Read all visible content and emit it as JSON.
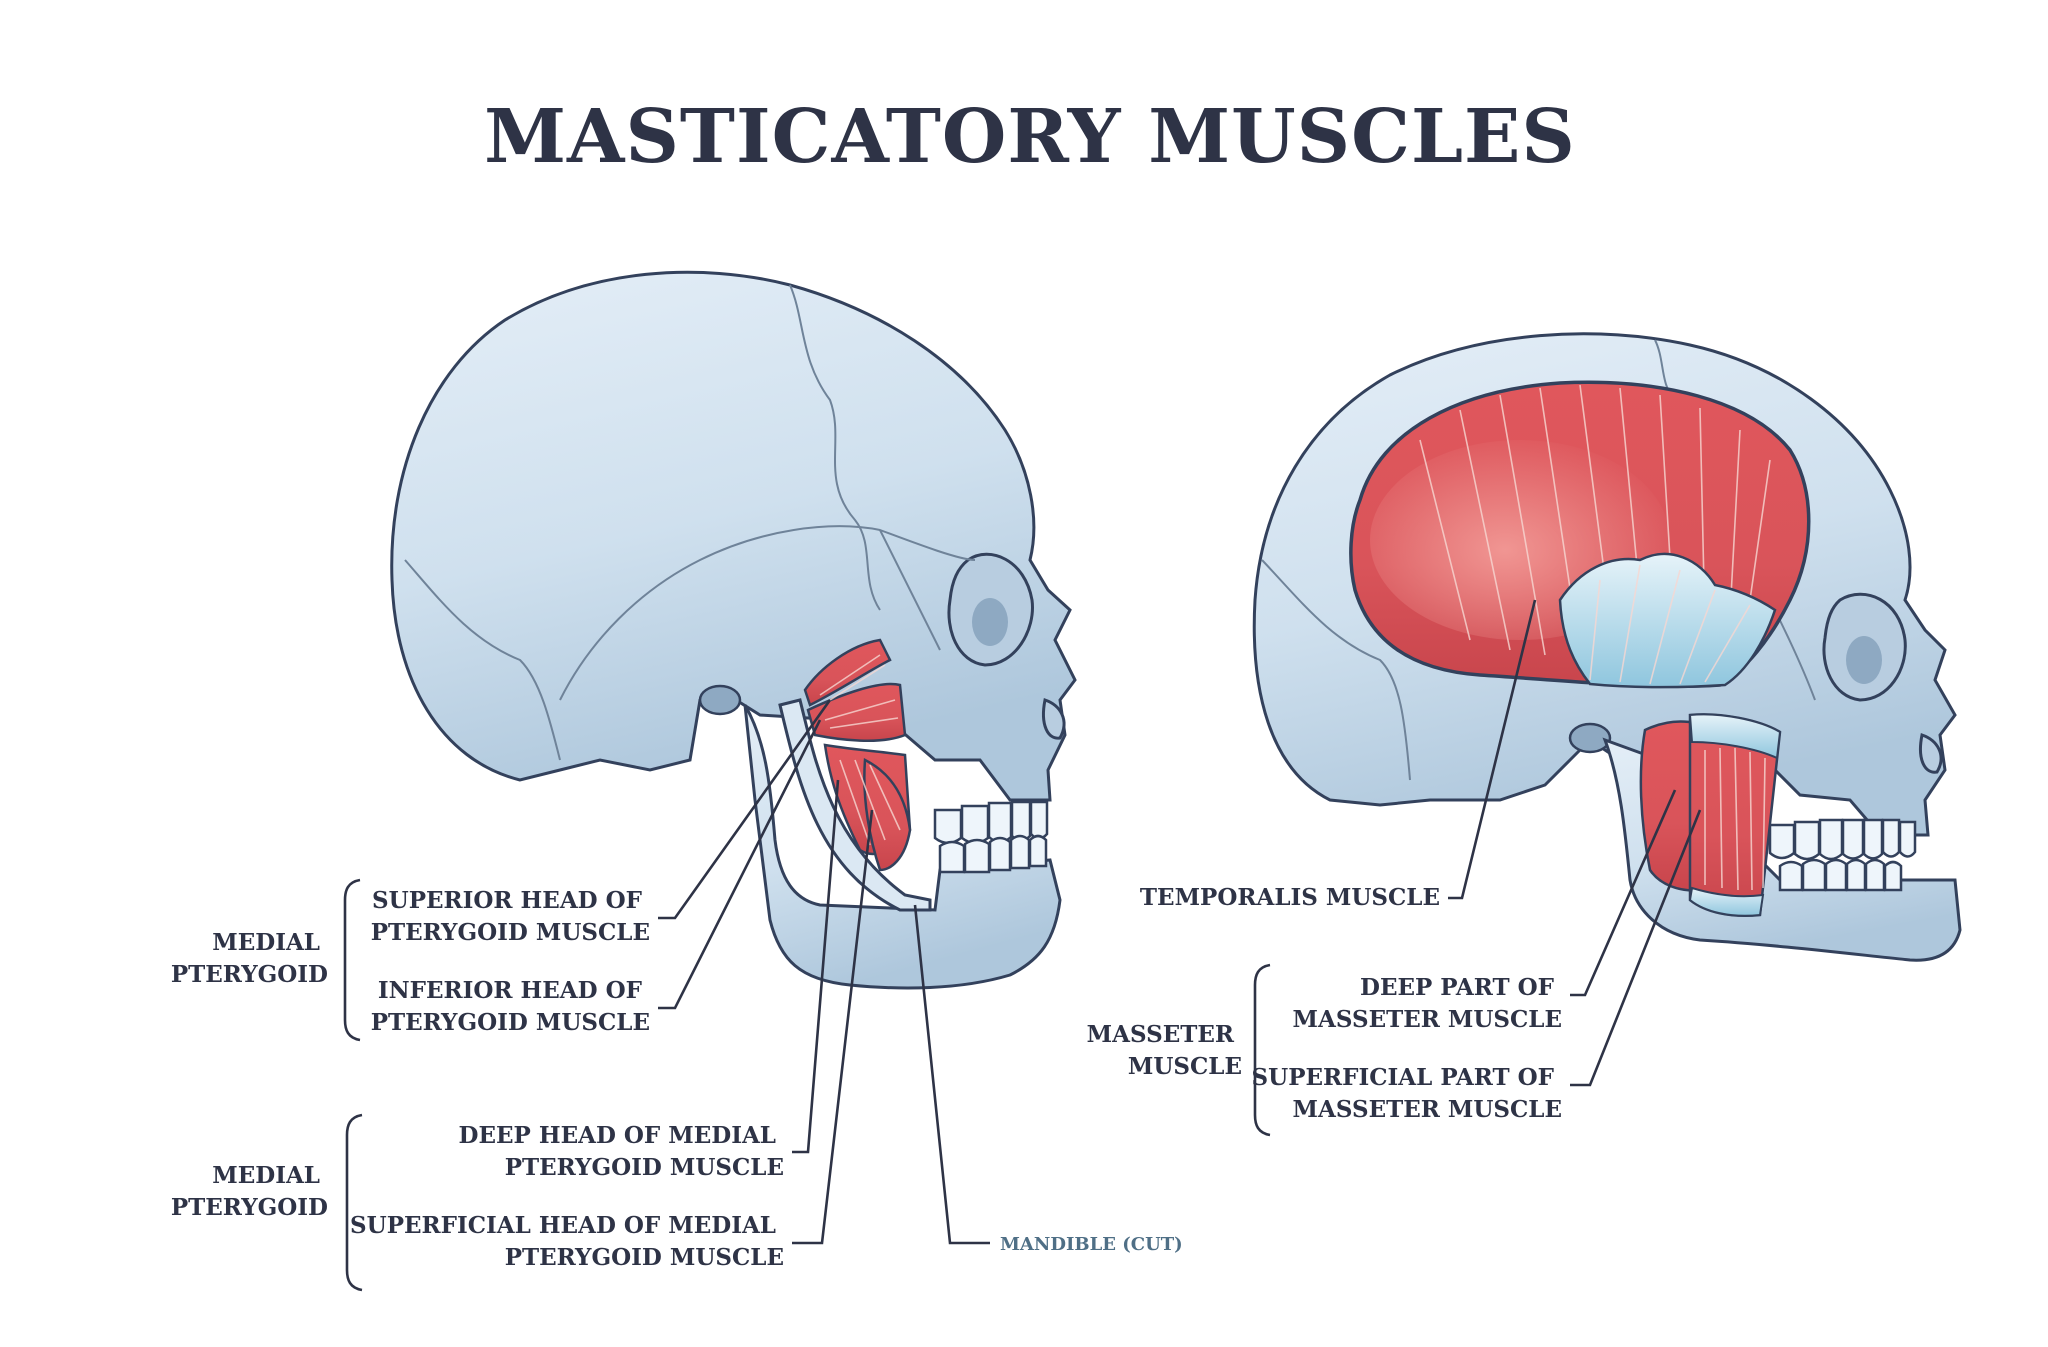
{
  "title": "MASTICATORY MUSCLES",
  "colors": {
    "bone": "#cfe0ee",
    "bone_shade": "#a9c2d8",
    "muscle": "#d9545a",
    "muscle_light": "#ef8a88",
    "tendon": "#a8d3e6",
    "ink": "#2e3346",
    "mandible_label": "#4f6f86"
  },
  "left_figure": {
    "groups": [
      {
        "name": [
          "MEDIAL",
          "PTERYGOID"
        ]
      },
      {
        "name": [
          "MEDIAL",
          "PTERYGOID"
        ]
      }
    ],
    "labels": [
      {
        "lines": [
          "SUPERIOR HEAD OF",
          "PTERYGOID MUSCLE"
        ]
      },
      {
        "lines": [
          "INFERIOR HEAD OF",
          "PTERYGOID MUSCLE"
        ]
      },
      {
        "lines": [
          "DEEP HEAD  OF MEDIAL",
          "PTERYGOID MUSCLE"
        ]
      },
      {
        "lines": [
          "SUPERFICIAL HEAD OF MEDIAL",
          "PTERYGOID MUSCLE"
        ]
      }
    ],
    "mandible_label": "MANDIBLE (CUT)"
  },
  "right_figure": {
    "temporalis_label": "TEMPORALIS MUSCLE",
    "group": {
      "name": [
        "MASSETER",
        "MUSCLE"
      ]
    },
    "labels": [
      {
        "lines": [
          "DEEP PART OF",
          "MASSETER MUSCLE"
        ]
      },
      {
        "lines": [
          "SUPERFICIAL PART OF",
          "MASSETER MUSCLE"
        ]
      }
    ]
  }
}
